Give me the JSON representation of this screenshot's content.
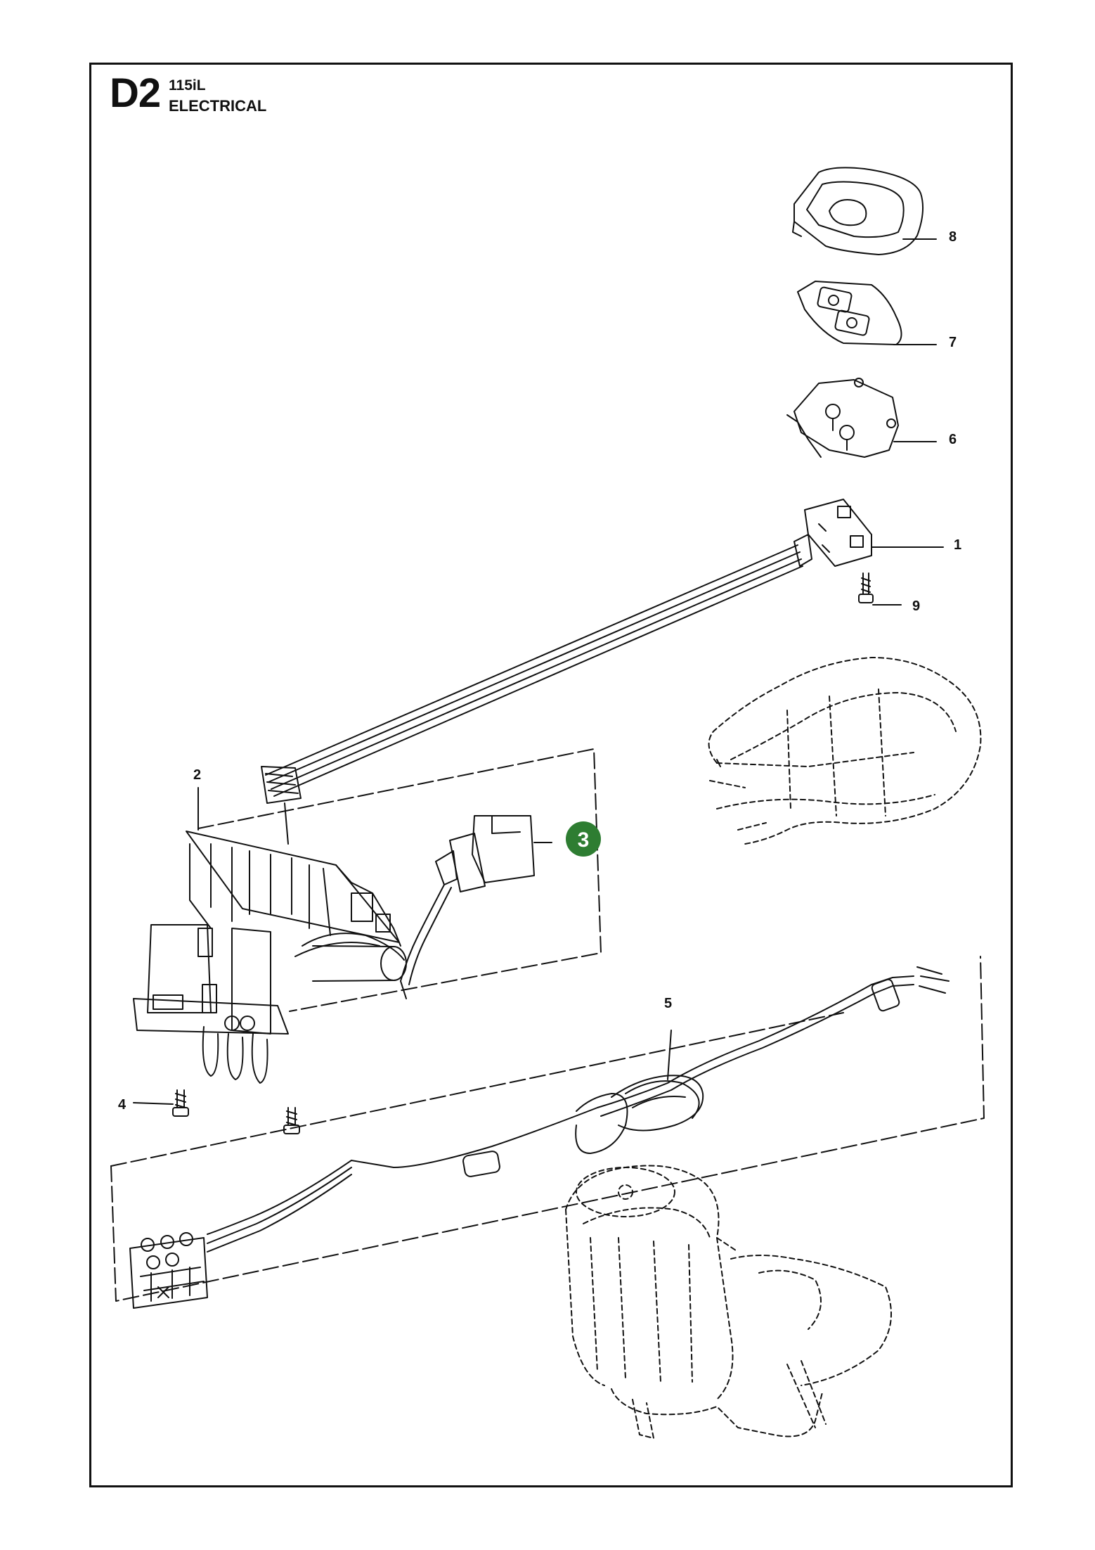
{
  "header": {
    "section_code": "D2",
    "model": "115iL",
    "section_name": "ELECTRICAL"
  },
  "callouts": [
    {
      "number": "1",
      "part": "control-panel-circuit-board-with-cable"
    },
    {
      "number": "2",
      "part": "main-circuit-board"
    },
    {
      "number": "3",
      "part": "micro-switch",
      "highlighted": true
    },
    {
      "number": "4",
      "part": "screw"
    },
    {
      "number": "5",
      "part": "motor-cable-harness"
    },
    {
      "number": "6",
      "part": "keypad-holder"
    },
    {
      "number": "7",
      "part": "keypad"
    },
    {
      "number": "8",
      "part": "keypad-frame"
    },
    {
      "number": "9",
      "part": "screw"
    }
  ],
  "colors": {
    "line": "#111111",
    "highlight": "#2e7d32",
    "highlight_text": "#ffffff",
    "background": "#ffffff"
  }
}
